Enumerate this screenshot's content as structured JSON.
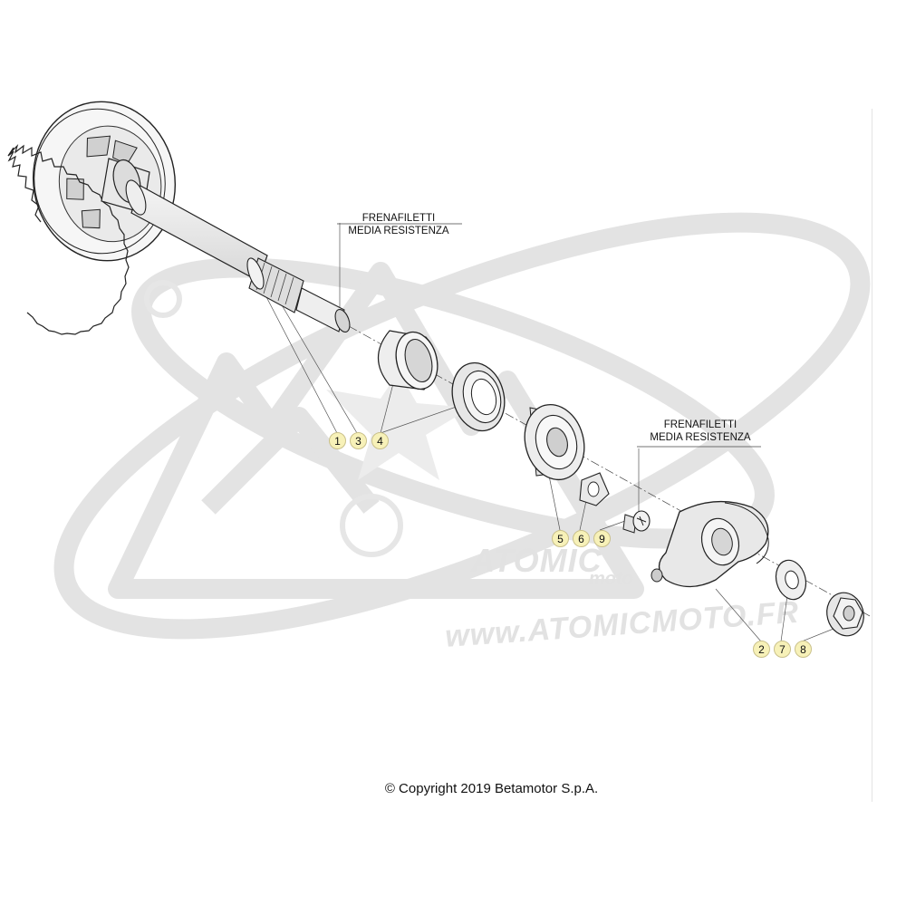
{
  "diagram": {
    "notes": [
      {
        "line1": "FRENAFILETTI",
        "line2": "MEDIA RESISTENZA"
      },
      {
        "line1": "FRENAFILETTI",
        "line2": "MEDIA RESISTENZA"
      }
    ],
    "callout_groups": [
      {
        "labels": [
          "1",
          "3",
          "4"
        ]
      },
      {
        "labels": [
          "5",
          "6",
          "9"
        ]
      },
      {
        "labels": [
          "2",
          "7",
          "8"
        ]
      }
    ],
    "copyright": "© Copyright 2019 Betamotor S.p.A.",
    "watermark": {
      "url": "www.ATOMICMOTO.FR",
      "brand": "ATOMIC",
      "brand_sub": "moto"
    },
    "colors": {
      "callout_fill": "#f7f1b8",
      "line": "#222222",
      "watermark": "#e2e2e2"
    }
  }
}
